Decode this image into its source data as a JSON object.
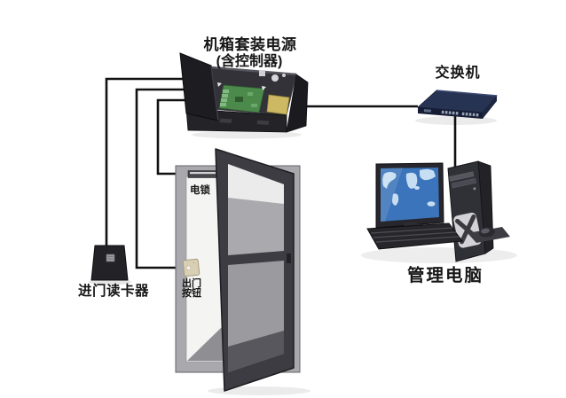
{
  "diagram": {
    "devices": [
      {
        "id": "controller-box",
        "icon": "controller-box-icon",
        "label_line1": "机箱套装电源",
        "label_line2": "(含控制器)"
      },
      {
        "id": "switch",
        "icon": "network-switch-icon",
        "label": "交换机"
      },
      {
        "id": "management-pc",
        "icon": "desktop-computer-icon",
        "label": "管理电脑"
      },
      {
        "id": "entry-reader",
        "icon": "card-reader-icon",
        "label": "进门读卡器"
      },
      {
        "id": "electric-lock",
        "icon": "electric-lock-icon",
        "label": "电锁"
      },
      {
        "id": "exit-button",
        "icon": "exit-button-icon",
        "label_line1": "出门",
        "label_line2": "按钮"
      },
      {
        "id": "door",
        "icon": "door-icon"
      }
    ],
    "colors": {
      "wire": "#111111",
      "switch_body": "#273352",
      "pcb_green": "#4c8a4c",
      "psu_yellow": "#cdb963",
      "screen_blue": "#3b74ba",
      "door_frame_gray": "#a8a8ad",
      "label_text": "#161616",
      "background": "#ffffff"
    }
  }
}
